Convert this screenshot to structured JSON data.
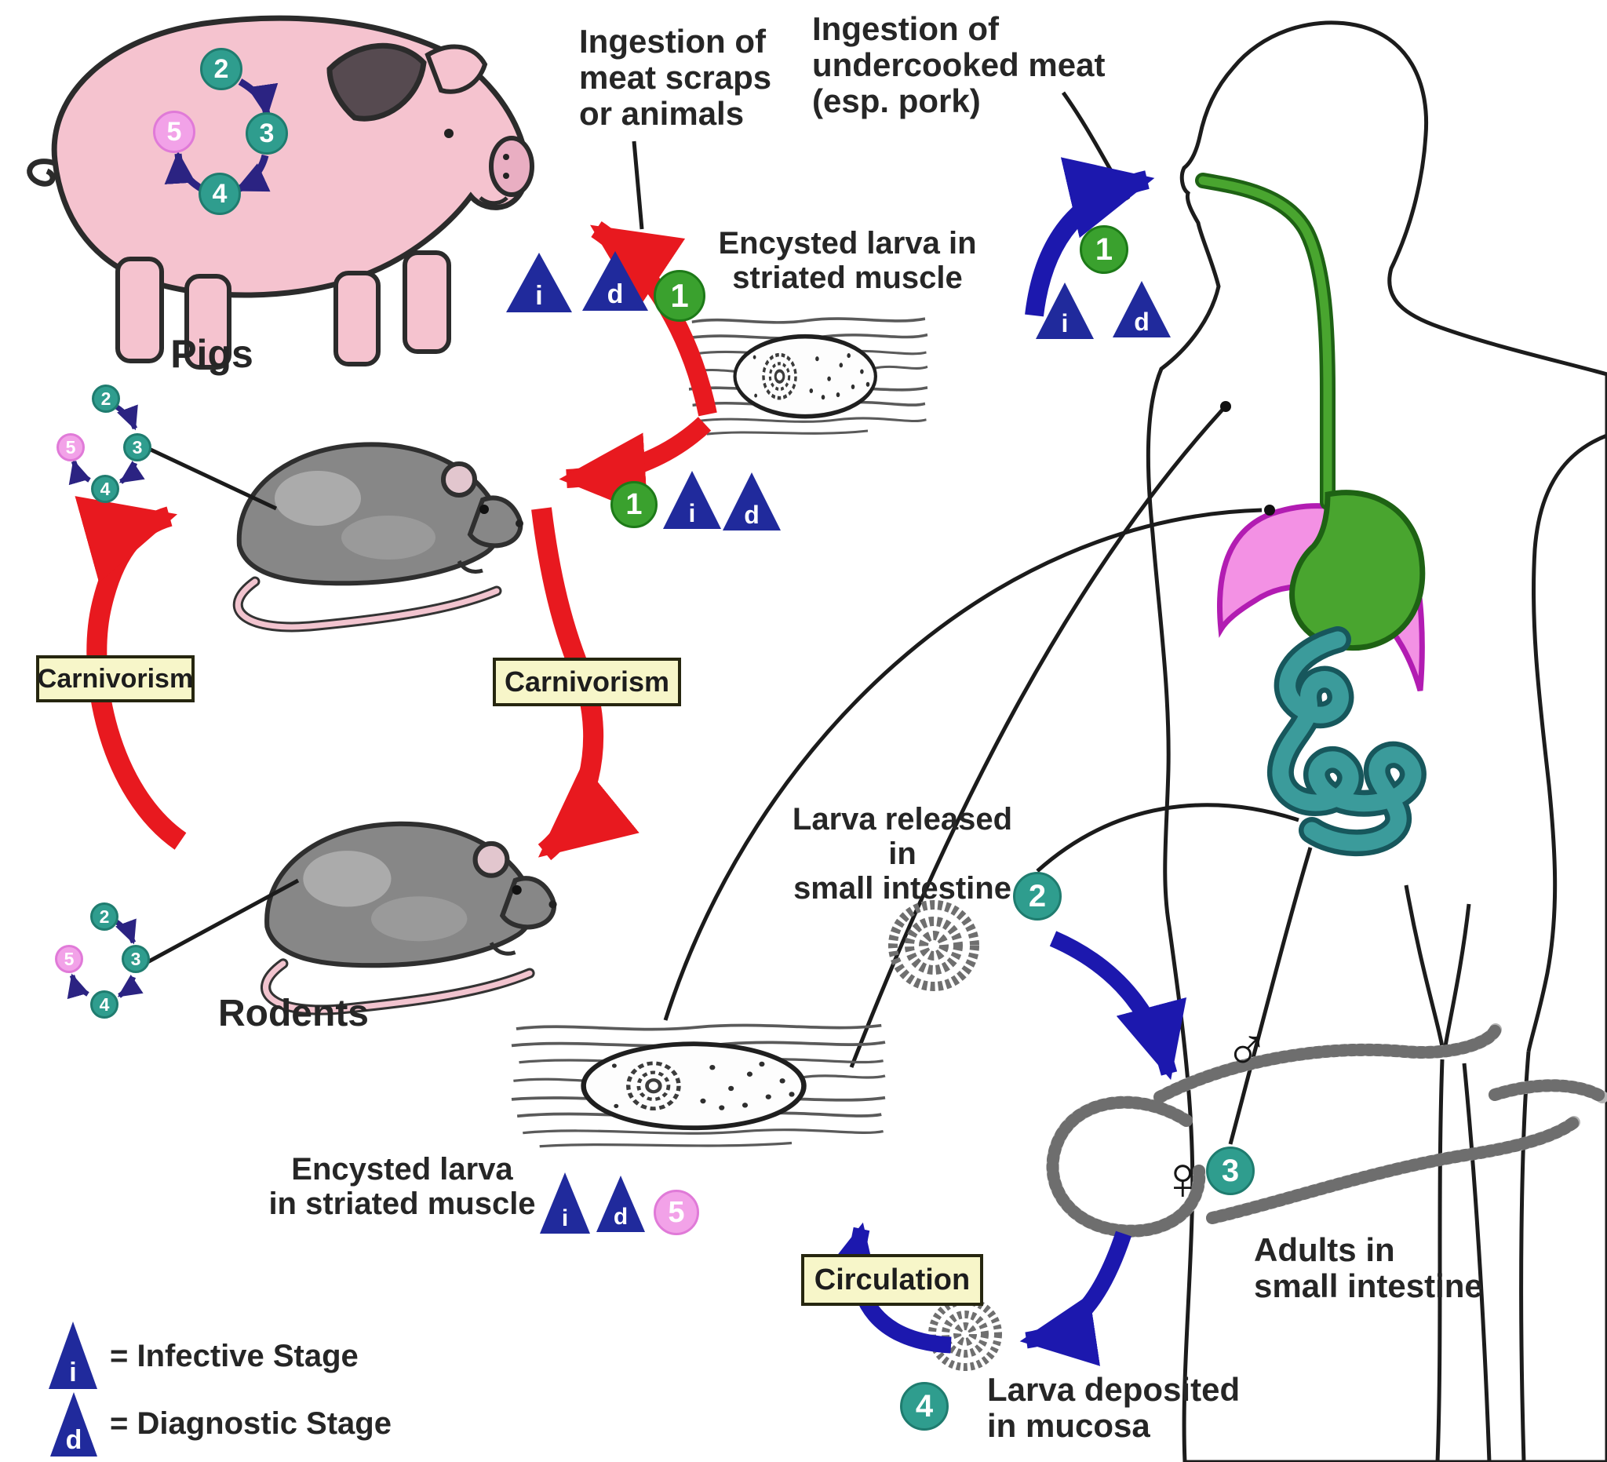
{
  "diagram": {
    "labels": {
      "pigs": "Pigs",
      "rodents": "Rodents",
      "carnivorism_left": "Carnivorism",
      "carnivorism_right": "Carnivorism",
      "circulation": "Circulation"
    },
    "annotations": {
      "ingestion_scraps": "Ingestion of\nmeat scraps\nor animals",
      "ingestion_undercooked": "Ingestion of\nundercooked meat\n(esp. pork)",
      "encysted_top": "Encysted larva in\nstriated muscle",
      "larva_released": "Larva released in\nsmall intestine",
      "adults_small_intestine": "Adults in\nsmall intestine",
      "larva_deposited": "Larva deposited\nin mucosa",
      "encysted_bottom": "Encysted larva\nin striated muscle"
    },
    "legend": {
      "infective": {
        "symbol": "i",
        "text": "= Infective Stage"
      },
      "diagnostic": {
        "symbol": "d",
        "text": "= Diagnostic Stage"
      }
    },
    "stages": {
      "s1": "1",
      "s2": "2",
      "s3": "3",
      "s4": "4",
      "s5": "5"
    },
    "symbols": {
      "male": "♂",
      "female": "♀"
    },
    "colors": {
      "stage_teal": "#2f9d8e",
      "stage_green": "#3aa12e",
      "stage_pink": "#f2a2e8",
      "triangle_blue": "#202a9c",
      "arrow_red": "#e8191f",
      "arrow_blue": "#1c18ae",
      "arrow_purple": "#2b2382",
      "box_bg": "#f7f6c9",
      "pig_pink": "#f5c3cf",
      "rat_gray": "#878787",
      "organ_green": "#49a52f",
      "organ_teal": "#3b9b9b",
      "diaphragm_pink": "#f391e4",
      "outline": "#1c1c1c"
    }
  }
}
